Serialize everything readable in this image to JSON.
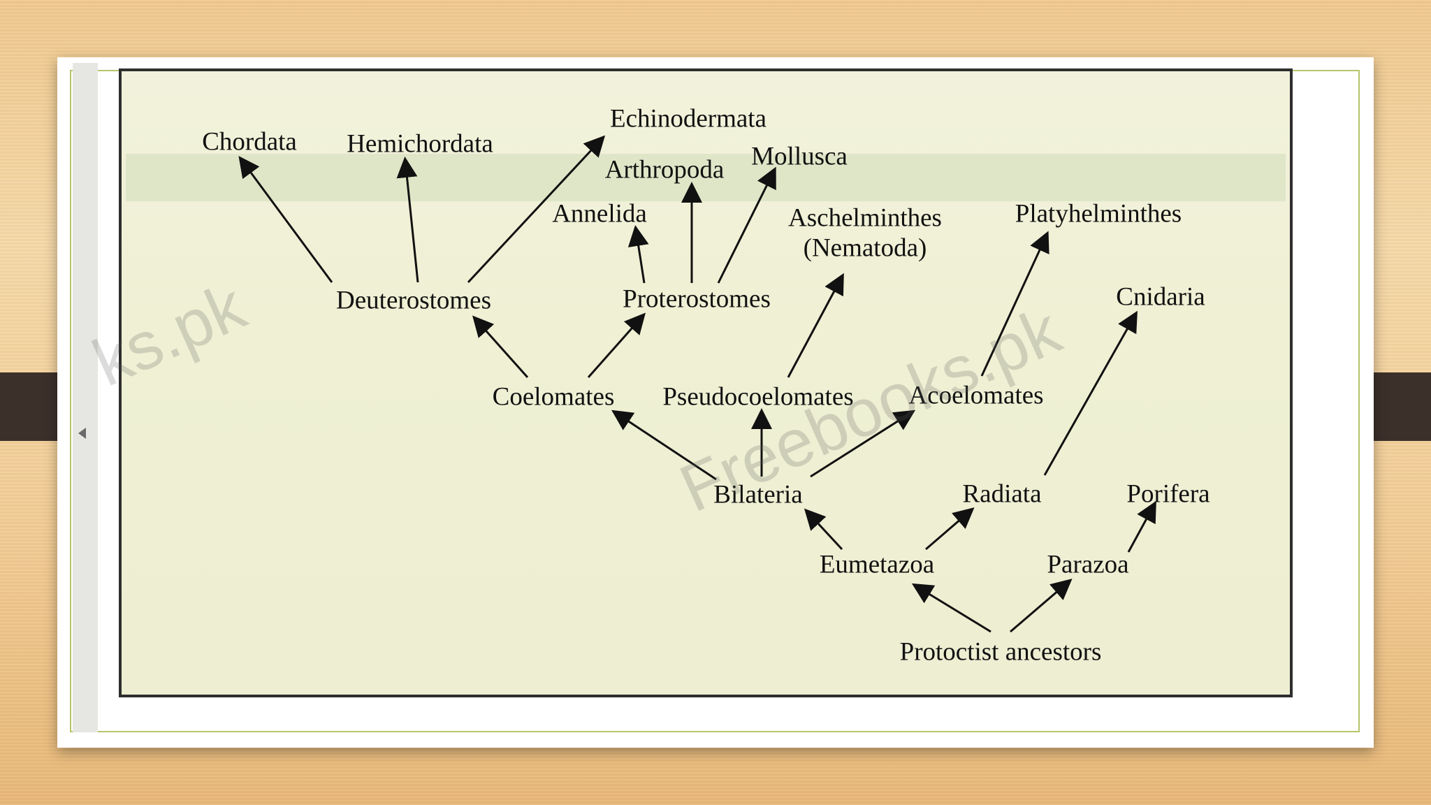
{
  "colors": {
    "background": "#f3cf98",
    "band": "#3c302a",
    "card": "#ffffff",
    "frame_accent": "#b7c46a",
    "panel": "#eff0d4",
    "ink": "#111111"
  },
  "icons": {
    "prev": "chevron-left-icon"
  },
  "diagram": {
    "nodes": [
      {
        "id": "echinodermata",
        "label": "Echinodermata"
      },
      {
        "id": "chordata",
        "label": "Chordata"
      },
      {
        "id": "hemichordata",
        "label": "Hemichordata"
      },
      {
        "id": "arthropoda",
        "label": "Arthropoda"
      },
      {
        "id": "mollusca",
        "label": "Mollusca"
      },
      {
        "id": "annelida",
        "label": "Annelida"
      },
      {
        "id": "aschelminthes",
        "label": "Aschelminthes",
        "label2": "(Nematoda)"
      },
      {
        "id": "platyhelminthes",
        "label": "Platyhelminthes"
      },
      {
        "id": "deuterostomes",
        "label": "Deuterostomes"
      },
      {
        "id": "proterostomes",
        "label": "Proterostomes"
      },
      {
        "id": "cnidaria",
        "label": "Cnidaria"
      },
      {
        "id": "coelomates",
        "label": "Coelomates"
      },
      {
        "id": "pseudocoelomates",
        "label": "Pseudocoelomates"
      },
      {
        "id": "acoelomates",
        "label": "Acoelomates"
      },
      {
        "id": "bilateria",
        "label": "Bilateria"
      },
      {
        "id": "radiata",
        "label": "Radiata"
      },
      {
        "id": "porifera",
        "label": "Porifera"
      },
      {
        "id": "eumetazoa",
        "label": "Eumetazoa"
      },
      {
        "id": "parazoa",
        "label": "Parazoa"
      },
      {
        "id": "protoctist",
        "label": "Protoctist ancestors"
      }
    ],
    "edges": [
      {
        "from": "protoctist",
        "to": "eumetazoa"
      },
      {
        "from": "protoctist",
        "to": "parazoa"
      },
      {
        "from": "parazoa",
        "to": "porifera"
      },
      {
        "from": "eumetazoa",
        "to": "bilateria"
      },
      {
        "from": "eumetazoa",
        "to": "radiata"
      },
      {
        "from": "radiata",
        "to": "cnidaria"
      },
      {
        "from": "bilateria",
        "to": "coelomates"
      },
      {
        "from": "bilateria",
        "to": "pseudocoelomates"
      },
      {
        "from": "bilateria",
        "to": "acoelomates"
      },
      {
        "from": "acoelomates",
        "to": "platyhelminthes"
      },
      {
        "from": "pseudocoelomates",
        "to": "aschelminthes"
      },
      {
        "from": "coelomates",
        "to": "deuterostomes"
      },
      {
        "from": "coelomates",
        "to": "proterostomes"
      },
      {
        "from": "deuterostomes",
        "to": "chordata"
      },
      {
        "from": "deuterostomes",
        "to": "hemichordata"
      },
      {
        "from": "deuterostomes",
        "to": "echinodermata"
      },
      {
        "from": "proterostomes",
        "to": "annelida"
      },
      {
        "from": "proterostomes",
        "to": "arthropoda"
      },
      {
        "from": "proterostomes",
        "to": "mollusca"
      }
    ]
  },
  "watermark": {
    "left_fragment": "ks.pk",
    "main": "Freebooks.pk"
  }
}
